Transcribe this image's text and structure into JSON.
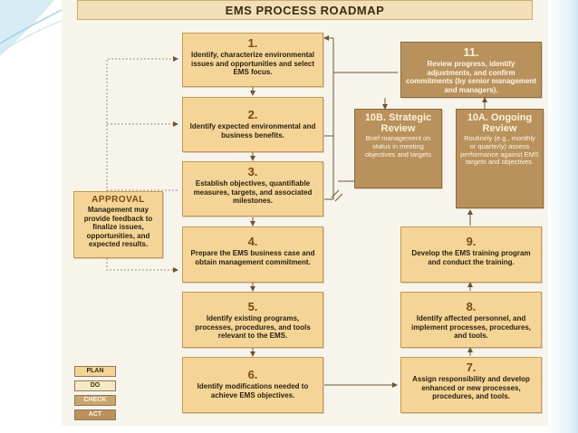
{
  "title": "EMS PROCESS ROADMAP",
  "steps": {
    "s1": {
      "num": "1.",
      "text": "Identify, characterize environmental issues and opportunities and select EMS focus."
    },
    "s2": {
      "num": "2.",
      "text": "Identify expected environmental and business benefits."
    },
    "s3": {
      "num": "3.",
      "text": "Establish objectives, quantifiable measures, targets, and associated milestones."
    },
    "s4": {
      "num": "4.",
      "text": "Prepare the EMS business case and obtain management commitment."
    },
    "s5": {
      "num": "5.",
      "text": "Identify existing programs, processes, procedures, and tools relevant to the EMS."
    },
    "s6": {
      "num": "6.",
      "text": "Identify modifications needed to achieve EMS objectives."
    },
    "s7": {
      "num": "7.",
      "text": "Assign responsibility and develop enhanced or new processes, procedures, and tools."
    },
    "s8": {
      "num": "8.",
      "text": "Identify affected personnel, and implement processes, procedures, and tools."
    },
    "s9": {
      "num": "9.",
      "text": "Develop the EMS training program and conduct the training."
    },
    "s10a": {
      "head": "10A. Ongoing Review",
      "text": "Routinely (e.g., monthly or quarterly) assess performance against EMS targets and objectives."
    },
    "s10b": {
      "head": "10B. Strategic Review",
      "text": "Brief management on status in meeting objectives and targets"
    },
    "s11": {
      "num": "11.",
      "text": "Review progress, identify adjustments, and confirm commitments (by senior management and managers)."
    }
  },
  "approval": {
    "head": "APPROVAL",
    "text": "Management may provide feedback to finalize issues, opportunities, and expected results."
  },
  "legend": [
    {
      "label": "PLAN",
      "color": "#f5d597"
    },
    {
      "label": "DO",
      "color": "#f7e8c6"
    },
    {
      "label": "CHECK",
      "color": "#c9a56e"
    },
    {
      "label": "ACT",
      "color": "#b8915c"
    }
  ]
}
